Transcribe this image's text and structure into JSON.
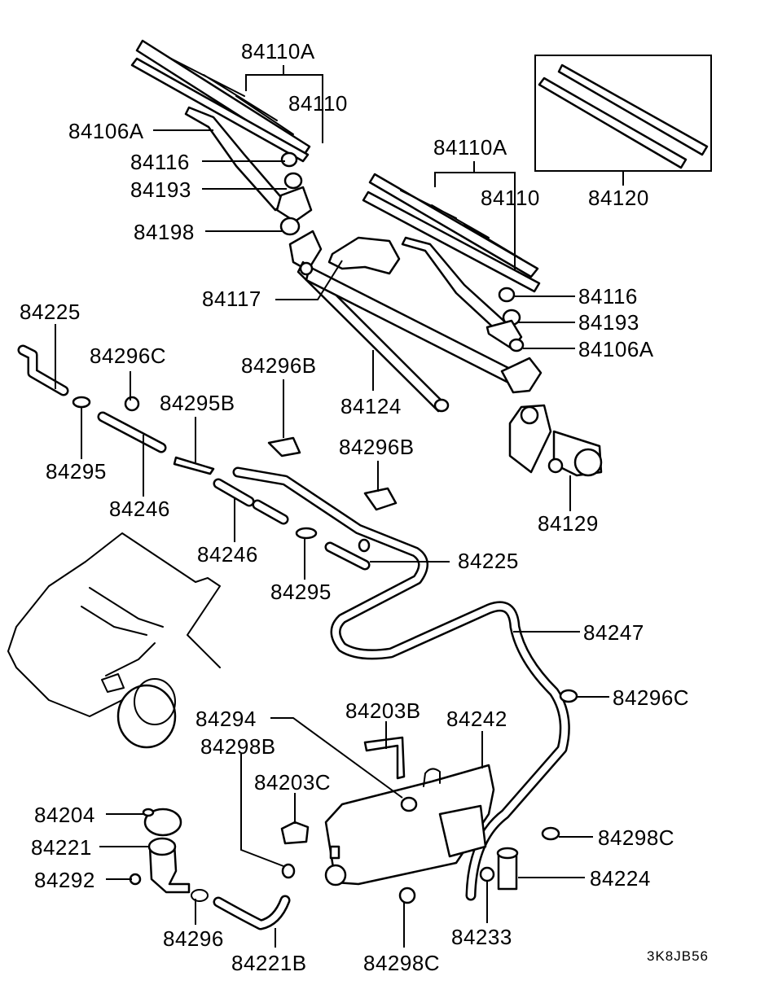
{
  "callouts": [
    {
      "id": "c1",
      "text": "84110A"
    },
    {
      "id": "c2",
      "text": "84110"
    },
    {
      "id": "c3",
      "text": "84106A"
    },
    {
      "id": "c4",
      "text": "84116"
    },
    {
      "id": "c5",
      "text": "84193"
    },
    {
      "id": "c6",
      "text": "84198"
    },
    {
      "id": "c7",
      "text": "84117"
    },
    {
      "id": "c8",
      "text": "84124"
    },
    {
      "id": "c9",
      "text": "84110A"
    },
    {
      "id": "c10",
      "text": "84110"
    },
    {
      "id": "c11",
      "text": "84120"
    },
    {
      "id": "c12",
      "text": "84116"
    },
    {
      "id": "c13",
      "text": "84193"
    },
    {
      "id": "c14",
      "text": "84106A"
    },
    {
      "id": "c15",
      "text": "84129"
    },
    {
      "id": "c16",
      "text": "84225"
    },
    {
      "id": "c17",
      "text": "84296C"
    },
    {
      "id": "c18",
      "text": "84296B"
    },
    {
      "id": "c19",
      "text": "84295B"
    },
    {
      "id": "c20",
      "text": "84295"
    },
    {
      "id": "c21",
      "text": "84246"
    },
    {
      "id": "c22",
      "text": "84296B"
    },
    {
      "id": "c23",
      "text": "84246"
    },
    {
      "id": "c24",
      "text": "84295"
    },
    {
      "id": "c25",
      "text": "84225"
    },
    {
      "id": "c26",
      "text": "84247"
    },
    {
      "id": "c27",
      "text": "84296C"
    },
    {
      "id": "c28",
      "text": "84294"
    },
    {
      "id": "c29",
      "text": "84203B"
    },
    {
      "id": "c30",
      "text": "84242"
    },
    {
      "id": "c31",
      "text": "84298B"
    },
    {
      "id": "c32",
      "text": "84203C"
    },
    {
      "id": "c33",
      "text": "84204"
    },
    {
      "id": "c34",
      "text": "84221"
    },
    {
      "id": "c35",
      "text": "84292"
    },
    {
      "id": "c36",
      "text": "84296"
    },
    {
      "id": "c37",
      "text": "84221B"
    },
    {
      "id": "c38",
      "text": "84298C"
    },
    {
      "id": "c39",
      "text": "84298C"
    },
    {
      "id": "c40",
      "text": "84224"
    },
    {
      "id": "c41",
      "text": "84233"
    }
  ],
  "diagram_code": "3K8JB56"
}
